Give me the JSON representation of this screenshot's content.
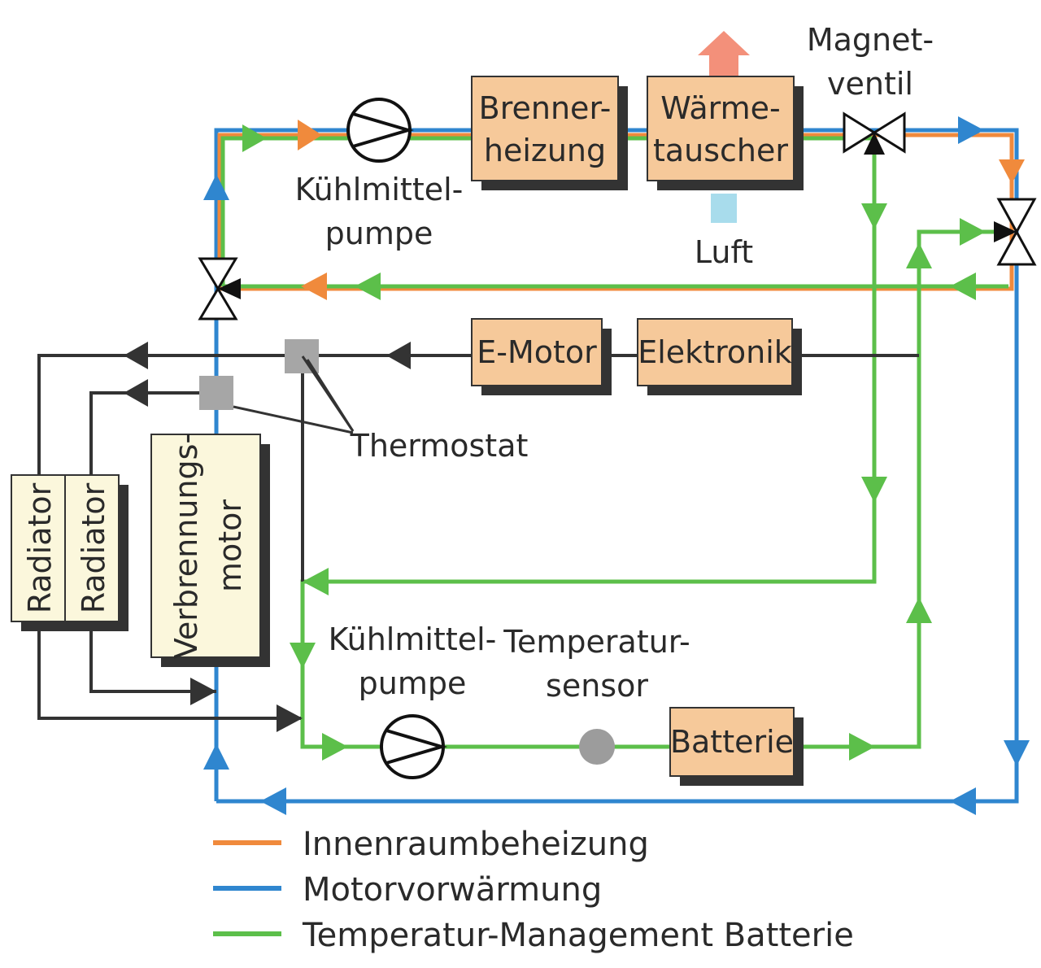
{
  "colors": {
    "heating": "#f08a3c",
    "engine": "#2f86cf",
    "battery": "#5cbf4a",
    "black_line": "#333333",
    "component_fill": "#f6c99a",
    "engine_fill": "#fbf7dc",
    "thermostat": "#a6a6a6",
    "exhaust_arrow": "#f3907a",
    "air_inlet": "#a8dcec"
  },
  "components": {
    "brennerheizung": [
      "Brenner-",
      "heizung"
    ],
    "waermetauscher": [
      "Wärme-",
      "tauscher"
    ],
    "e_motor": "E-Motor",
    "elektronik": "Elektronik",
    "batterie": "Batterie",
    "radiator_1": "Radiator",
    "radiator_2": "Radiator",
    "verbrennungsmotor": [
      "Verbrennungs-",
      "motor"
    ]
  },
  "labels": {
    "magnetventil": [
      "Magnet-",
      "ventil"
    ],
    "kuehlmittelpumpe_top": [
      "Kühlmittel-",
      "pumpe"
    ],
    "kuehlmittelpumpe_bottom": [
      "Kühlmittel-",
      "pumpe"
    ],
    "temperatursensor": [
      "Temperatur-",
      "sensor"
    ],
    "luft": "Luft",
    "thermostat": "Thermostat"
  },
  "icons": {
    "pump": "pump-icon",
    "valve": "valve-icon",
    "thermostat": "thermostat-icon",
    "sensor": "sensor-icon",
    "exhaust": "arrow-up-icon",
    "air": "air-inlet-icon"
  },
  "legend": [
    {
      "label": "Innenraumbeheizung",
      "color": "#f08a3c"
    },
    {
      "label": "Motorvorwärmung",
      "color": "#2f86cf"
    },
    {
      "label": "Temperatur-Management Batterie",
      "color": "#5cbf4a"
    }
  ]
}
